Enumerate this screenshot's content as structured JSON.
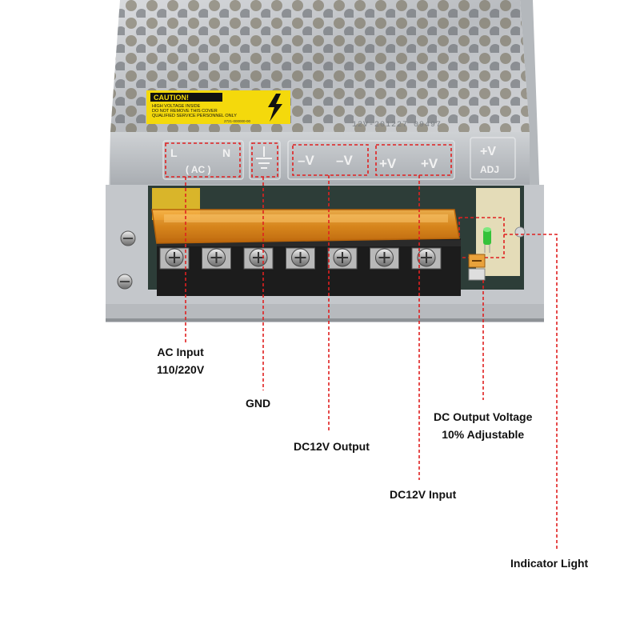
{
  "product": {
    "caution_title": "CAUTION!",
    "caution_lines": [
      "HIGH VOLTAGE INSIDE",
      "DO NOT REMOVE THIS COVER",
      "QUALIFIED SERVICE PERSONNEL ONLY"
    ],
    "caution_code": "2721-000000-00",
    "model_code": "12V-201227 09497",
    "terminal_labels": {
      "l": "L",
      "n": "N",
      "ac": "( AC )",
      "neg1": "–V",
      "neg2": "–V",
      "pos1": "+V",
      "pos2": "+V",
      "adj_v": "+V",
      "adj": "ADJ"
    },
    "colors": {
      "case": "#c9ccd0",
      "terminal_block": "#1c1c1c",
      "cover": "#e8901e",
      "caution_yellow": "#f4d90c",
      "dash_red": "#e02020",
      "indicator_green": "#35c23a"
    }
  },
  "callouts": {
    "ac_input": [
      "AC Input",
      "110/220V"
    ],
    "gnd": "GND",
    "dc12v_output": "DC12V Output",
    "dc_adjust": [
      "DC Output Voltage",
      "10% Adjustable"
    ],
    "dc12v_input": "DC12V Input",
    "indicator_light": "Indicator Light"
  }
}
